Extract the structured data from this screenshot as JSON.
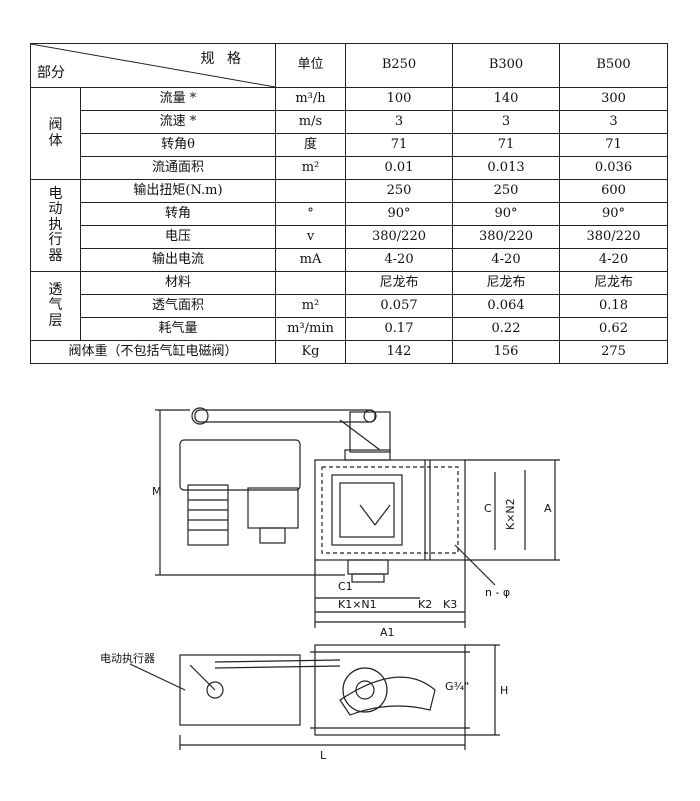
{
  "table": {
    "header": {
      "spec": "规 格",
      "part": "部分",
      "unit": "单位",
      "models": [
        "B250",
        "B300",
        "B500"
      ]
    },
    "groups": [
      {
        "name": [
          "阀",
          "体"
        ],
        "rows": [
          {
            "param": "流量 *",
            "unit": "m³/h",
            "values": [
              "100",
              "140",
              "300"
            ]
          },
          {
            "param": "流速 *",
            "unit": "m/s",
            "values": [
              "3",
              "3",
              "3"
            ]
          },
          {
            "param": "转角θ",
            "unit": "度",
            "values": [
              "71",
              "71",
              "71"
            ]
          },
          {
            "param": "流通面积",
            "unit": "m²",
            "values": [
              "0.01",
              "0.013",
              "0.036"
            ]
          }
        ]
      },
      {
        "name": [
          "电",
          "动",
          "执",
          "行",
          "器"
        ],
        "rows": [
          {
            "param": "输出扭矩(N.m)",
            "unit": "",
            "values": [
              "250",
              "250",
              "600"
            ]
          },
          {
            "param": "转角",
            "unit": "°",
            "values": [
              "90°",
              "90°",
              "90°"
            ]
          },
          {
            "param": "电压",
            "unit": "v",
            "values": [
              "380/220",
              "380/220",
              "380/220"
            ]
          },
          {
            "param": "输出电流",
            "unit": "mA",
            "values": [
              "4-20",
              "4-20",
              "4-20"
            ]
          }
        ]
      },
      {
        "name": [
          "透",
          "气",
          "层"
        ],
        "rows": [
          {
            "param": "材料",
            "unit": "",
            "values": [
              "尼龙布",
              "尼龙布",
              "尼龙布"
            ]
          },
          {
            "param": "透气面积",
            "unit": "m²",
            "values": [
              "0.057",
              "0.064",
              "0.18"
            ]
          },
          {
            "param": "耗气量",
            "unit": "m³/min",
            "values": [
              "0.17",
              "0.22",
              "0.62"
            ]
          }
        ]
      }
    ],
    "weight_row": {
      "param": "阀体重（不包括气缸电磁阀）",
      "unit": "Kg",
      "values": [
        "142",
        "156",
        "275"
      ]
    }
  },
  "drawing": {
    "labels": {
      "M": "M",
      "C": "C",
      "KxN2": "K×N2",
      "A": "A",
      "C1": "C1",
      "n_phi": "n - φ",
      "K1xN1": "K1×N1",
      "K2": "K2",
      "K3": "K3",
      "A1": "A1",
      "H": "H",
      "L": "L",
      "G": "G¾\"",
      "actuator": "电动执行器"
    }
  }
}
